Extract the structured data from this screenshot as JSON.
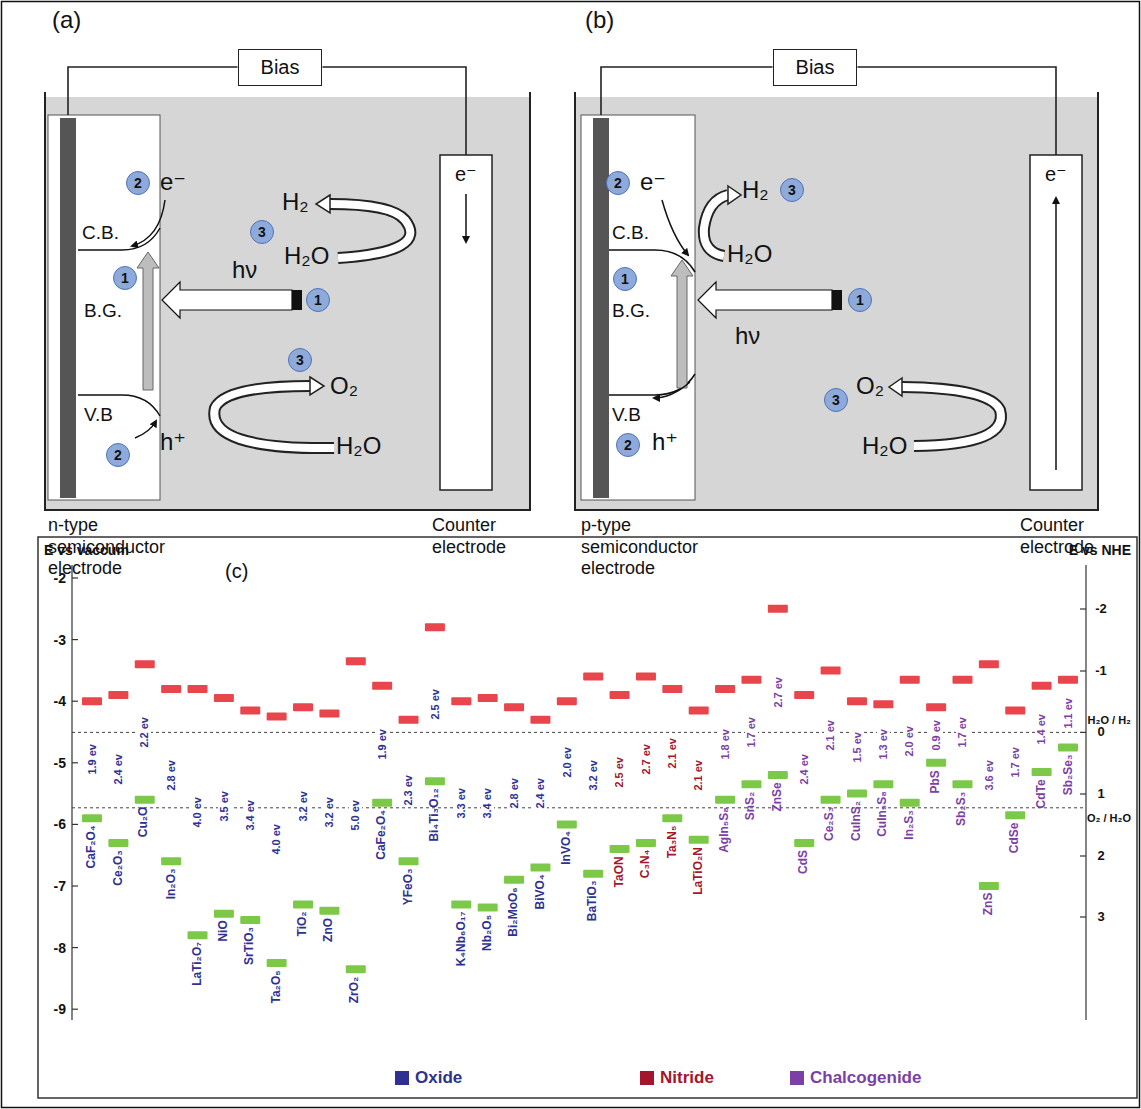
{
  "diagram": {
    "nodes": [
      {
        "text": [
          "Bias"
        ]
      },
      {
        "text": [
          "n-type semiconductor electrode"
        ]
      },
      {
        "text": [
          "2"
        ],
        "in": 1
      },
      {
        "text": [
          "1"
        ],
        "in": 1
      },
      {
        "text": [
          "2"
        ],
        "in": 1
      },
      {
        "text": [
          "3"
        ]
      },
      {
        "text": [
          "1"
        ]
      },
      {
        "text": [
          "3"
        ]
      },
      {
        "text": [
          "Counter electrode"
        ]
      },
      {
        "text": [
          "Bias"
        ]
      },
      {
        "text": [
          "p-type semiconductor electrode"
        ]
      },
      {
        "text": [
          "2"
        ],
        "in": 10
      },
      {
        "text": [
          "1"
        ],
        "in": 10
      },
      {
        "text": [
          "2"
        ],
        "in": 10
      },
      {
        "text": [
          "3"
        ]
      },
      {
        "text": [
          "1"
        ]
      },
      {
        "text": [
          "3"
        ]
      },
      {
        "text": [
          "Counter electrode"
        ]
      }
    ],
    "edges": [
      {
        "from": 0,
        "to": 1,
        "arrow": "none"
      },
      {
        "from": 0,
        "to": 8,
        "arrow": "none"
      },
      {
        "from": 9,
        "to": 10,
        "arrow": "none"
      },
      {
        "from": 9,
        "to": 17,
        "arrow": "none"
      }
    ],
    "labels": [
      "(a)",
      "e⁻",
      "C.B.",
      "H₂",
      "H₂O",
      "e⁻",
      "B.G.",
      "hν",
      "O₂",
      "V.B",
      "h⁺",
      "H₂O",
      "(b)",
      "e⁻",
      "H₂",
      "C.B.",
      "H₂O",
      "e⁻",
      "B.G.",
      "hν",
      "O₂",
      "H₂O",
      "V.B",
      "h⁺",
      "E vs vaccum",
      "E vs NHE",
      "(c)",
      "-2",
      "-3",
      "-4",
      "-5",
      "-6",
      "-7",
      "-8",
      "-9",
      "-2",
      "-1",
      "0",
      "1",
      "2",
      "3",
      "H₂O / H₂",
      "O₂ / H₂O",
      "1.9 ev",
      "2.4 ev",
      "2.2 ev",
      "2.8 ev",
      "4.0 ev",
      "3.5 ev",
      "3.4 ev",
      "4.0 ev",
      "3.2 ev",
      "3.2 ev",
      "5.0 ev",
      "1.9 ev",
      "2.3 ev",
      "2.5 ev",
      "3.3 ev",
      "3.4 ev",
      "2.8 ev",
      "2.4 ev",
      "2.0 ev",
      "3.2 ev",
      "2.5 ev",
      "2.7 ev",
      "2.1 ev",
      "2.1 ev",
      "1.8 ev",
      "1.7 ev",
      "2.7 ev",
      "2.4 ev",
      "2.1 ev",
      "1.5 ev",
      "1.3 ev",
      "2.0 ev",
      "0.9 ev",
      "1.7 ev",
      "3.6 ev",
      "1.7 ev",
      "1.4 ev",
      "1.1 ev",
      "CaF₂O₄",
      "Ce₂O₃",
      "Cu₂O",
      "In₂O₃",
      "LaTi₂O₇",
      "NiO",
      "SrTiO₃",
      "Ta₂O₅",
      "TiO₂",
      "ZnO",
      "ZrO₂",
      "CaFe₂O₄",
      "YFeO₃",
      "Bi₄Ti₃O₁₂",
      "K₄Nb₆O₁₇",
      "Nb₂O₅",
      "Bi₂MoO₆",
      "BiVO₄",
      "InVO₄",
      "BaTiO₃",
      "TaON",
      "C₃N₄",
      "Ta₃N₅",
      "LaTiO₂N",
      "AgIn₅S₈",
      "SnS₂",
      "ZnSe",
      "CdS",
      "Ce₂S₃",
      "CuInS₂",
      "CuIn₅S₈",
      "In₂S₃",
      "PbS",
      "Sb₂S₃",
      "ZnS",
      "CdSe",
      "CdTe",
      "Sb₂Se₃"
    ],
    "legend": [
      {
        "text": "Oxide",
        "color": "#2e3192"
      },
      {
        "text": "Nitride",
        "color": "#a3162b"
      },
      {
        "text": "Chalcogenide",
        "color": "#7b3fa6"
      }
    ]
  }
}
